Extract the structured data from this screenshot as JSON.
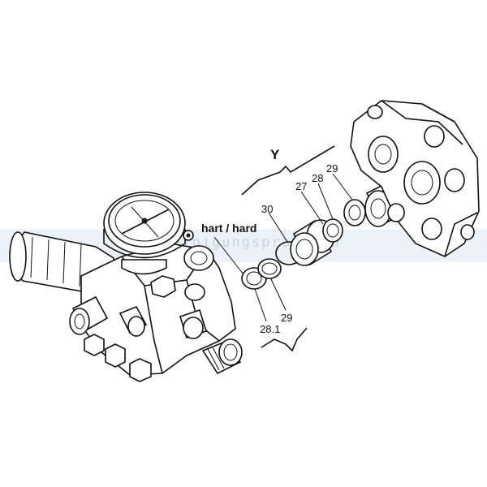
{
  "labels": {
    "group": "Y",
    "hardness": "hart / hard",
    "p30": "30",
    "p27": "27",
    "p28": "28",
    "p29_top": "29",
    "p29_bottom": "29",
    "p28_1": "28.1"
  },
  "watermark": "reinigungsprofi.ch",
  "colors": {
    "line": "#111111",
    "band": "#e6eef8",
    "watermark": "#c9d3df"
  }
}
